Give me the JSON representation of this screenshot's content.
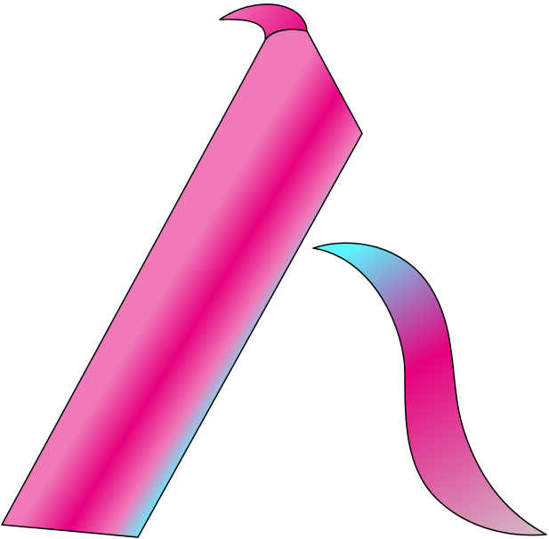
{
  "artwork": {
    "description_text": "",
    "colors": {
      "magenta": "#e6007e",
      "pink": "#f07ab8",
      "cyan": "#5cf5ff",
      "mauve": "#d4b8c6",
      "outline": "#000000",
      "background": "#ffffff"
    },
    "shapes": [
      {
        "name": "left-slanted-stroke-with-hook",
        "fill": "magenta-to-cyan-diagonal-gradient"
      },
      {
        "name": "right-curved-tail",
        "fill": "cyan-to-magenta-to-mauve-gradient"
      }
    ]
  }
}
